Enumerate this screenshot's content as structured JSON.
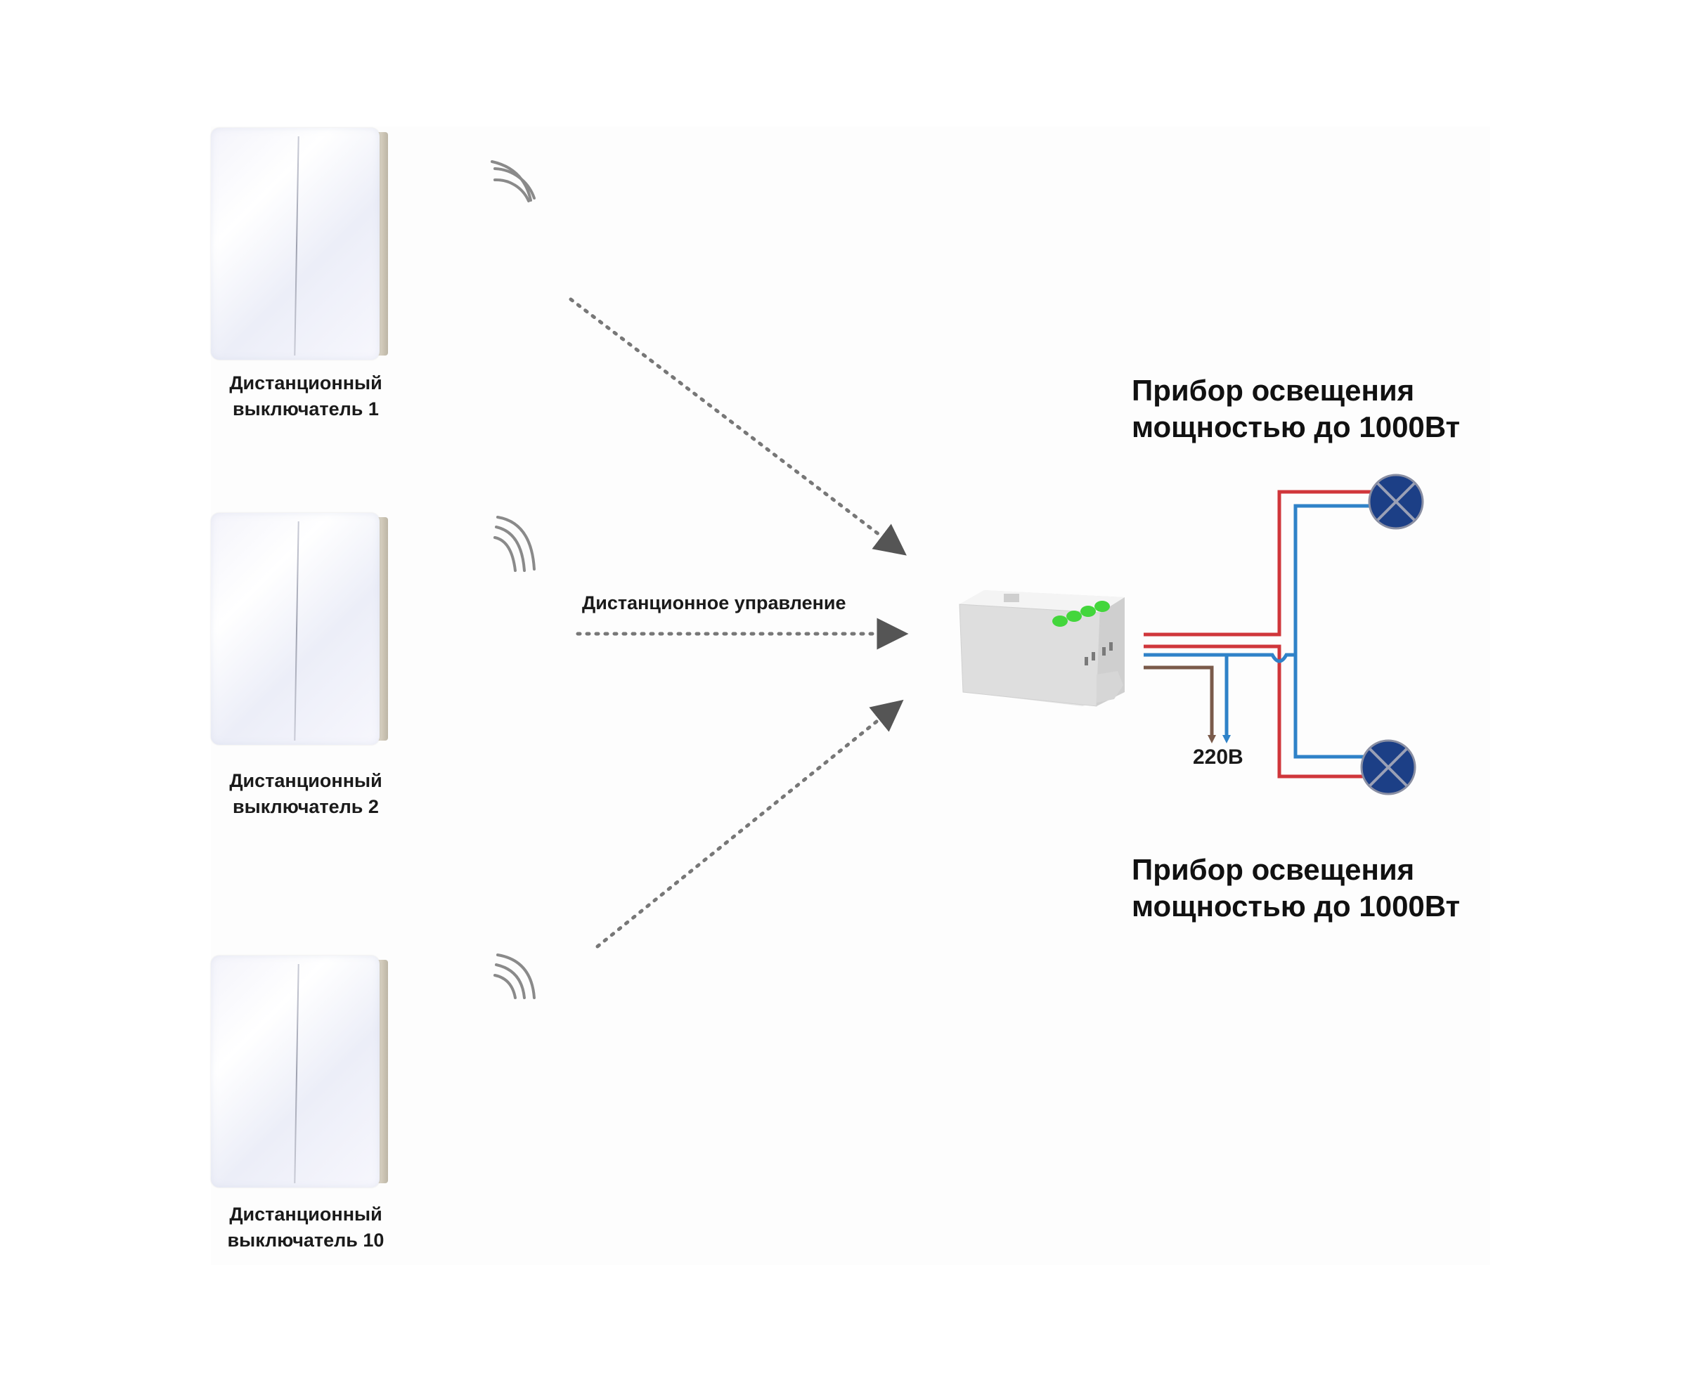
{
  "diagram": {
    "title": "Remote wireless switch wiring scheme",
    "switches": [
      {
        "line1": "Дистанционный",
        "line2": "выключатель 1"
      },
      {
        "line1": "Дистанционный",
        "line2": "выключатель 2"
      },
      {
        "line1": "Дистанционный",
        "line2": "выключатель 10"
      }
    ],
    "control_label": "Дистанционное управление",
    "voltage_label": "220В",
    "lamps": [
      {
        "line1": "Прибор освещения",
        "line2": "мощностью до 1000Вт"
      },
      {
        "line1": "Прибор освещения",
        "line2": "мощностью до 1000Вт"
      }
    ],
    "colors": {
      "phase_wire": "#d0363b",
      "neutral_wire": "#2f82c8",
      "supply_wire": "#7a5a4a",
      "lamp_fill": "#1c3f86",
      "arrow": "#555555",
      "led_green": "#43d63c"
    },
    "icons": [
      "wireless-signal-icon",
      "lamp-icon",
      "arrow-icon",
      "receiver-module-icon",
      "wall-switch-icon"
    ]
  }
}
